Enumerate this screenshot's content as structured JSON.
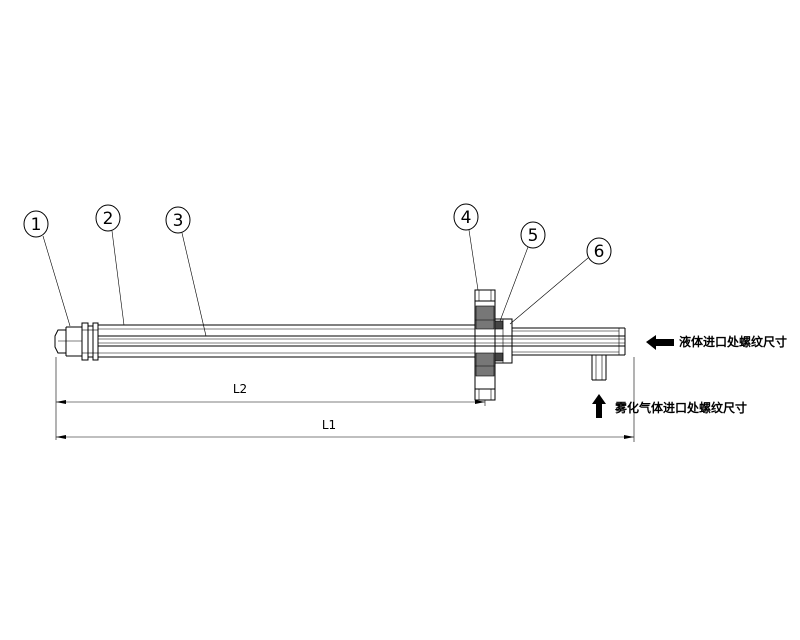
{
  "balloons": [
    "1",
    "2",
    "3",
    "4",
    "5",
    "6"
  ],
  "dimensions": {
    "l2": "L2",
    "l1": "L1"
  },
  "notes": {
    "liquid_inlet": "液体进口处螺纹尺寸",
    "gas_inlet": "雾化气体进口处螺纹尺寸"
  }
}
